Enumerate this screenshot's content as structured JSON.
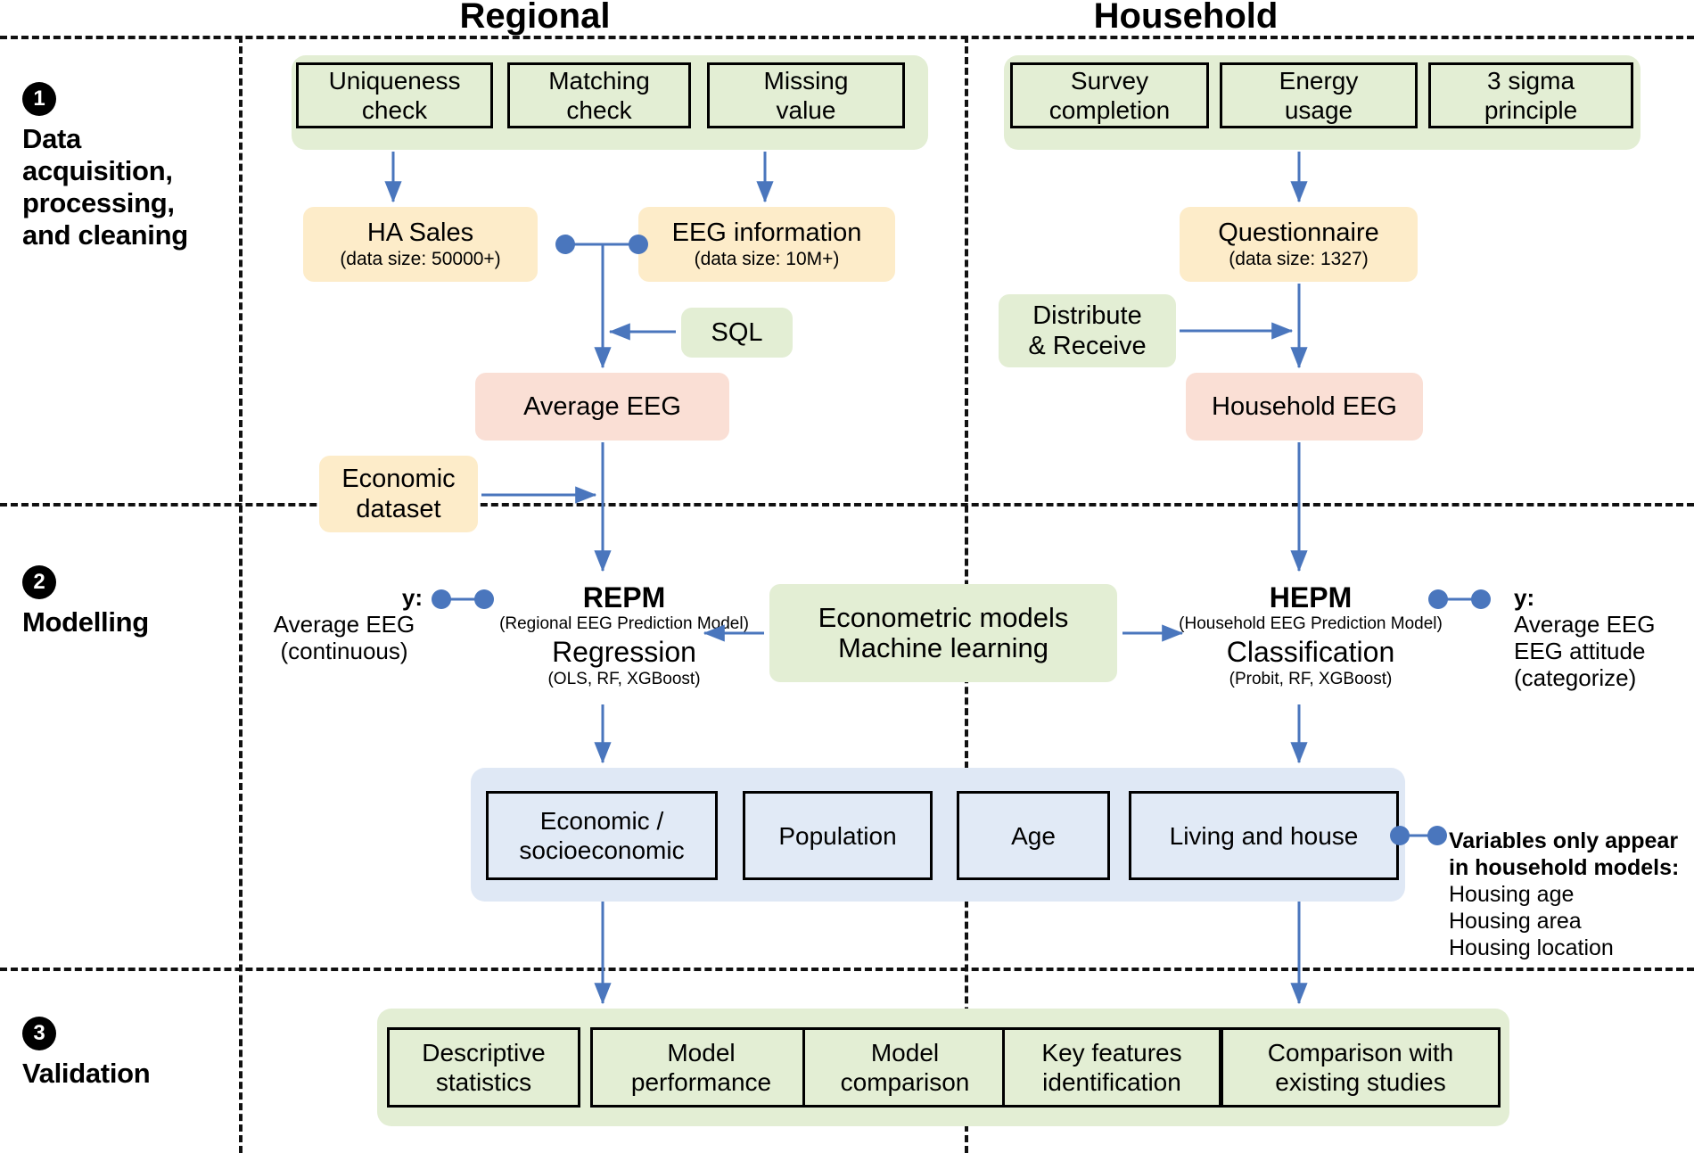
{
  "columns": {
    "regional": "Regional",
    "household": "Household"
  },
  "stages": [
    {
      "num": "1",
      "title": "Data\nacquisition,\nprocessing,\nand cleaning"
    },
    {
      "num": "2",
      "title": "Modelling"
    },
    {
      "num": "3",
      "title": "Validation"
    }
  ],
  "stage1": {
    "regional_checks": [
      {
        "label": "Uniqueness\ncheck"
      },
      {
        "label": "Matching\ncheck"
      },
      {
        "label": "Missing\nvalue"
      }
    ],
    "household_checks": [
      {
        "label": "Survey\ncompletion"
      },
      {
        "label": "Energy\nusage"
      },
      {
        "label": "3 sigma\nprinciple"
      }
    ],
    "ha_sales": {
      "title": "HA Sales",
      "sub": "(data size: 50000+)"
    },
    "eeg_information": {
      "title": "EEG information",
      "sub": "(data size: 10M+)"
    },
    "sql": {
      "title": "SQL"
    },
    "average_eeg": {
      "title": "Average EEG"
    },
    "questionnaire": {
      "title": "Questionnaire",
      "sub": "(data size: 1327)"
    },
    "distribute_receive": {
      "title": "Distribute\n& Receive"
    },
    "household_eeg": {
      "title": "Household EEG"
    },
    "economic_dataset": {
      "title": "Economic\ndataset"
    }
  },
  "stage2": {
    "repm": {
      "name": "REPM",
      "expansion": "(Regional EEG Prediction Model)",
      "task": "Regression",
      "methods": "(OLS, RF, XGBoost)"
    },
    "hepm": {
      "name": "HEPM",
      "expansion": "(Household EEG Prediction Model)",
      "task": "Classification",
      "methods": "(Probit, RF, XGBoost)"
    },
    "methods_box": {
      "line1": "Econometric models",
      "line2": "Machine learning"
    },
    "y_left": {
      "key": "y:",
      "lines": [
        "Average EEG",
        "(continuous)"
      ]
    },
    "y_right": {
      "key": "y:",
      "lines": [
        "Average EEG",
        "EEG attitude",
        "(categorize)"
      ]
    },
    "variables": [
      {
        "label": "Economic /\nsocioeconomic"
      },
      {
        "label": "Population"
      },
      {
        "label": "Age"
      },
      {
        "label": "Living and house"
      }
    ],
    "variables_note": {
      "heading": "Variables only appear\nin household models:",
      "items": [
        "Housing age",
        "Housing area",
        "Housing location"
      ]
    }
  },
  "stage3": {
    "items": [
      {
        "label": "Descriptive\nstatistics"
      },
      {
        "label": "Model\nperformance"
      },
      {
        "label": "Model\ncomparison"
      },
      {
        "label": "Key features\nidentification"
      },
      {
        "label": "Comparison with\nexisting studies"
      }
    ]
  },
  "colors": {
    "green": "#e3eed4",
    "yellow": "#fdecc9",
    "pink": "#fadfd5",
    "blue": "#e1eaf6",
    "blue_wrap": "#dfe8f5",
    "arrow": "#4a76bd",
    "outline": "#000000"
  }
}
